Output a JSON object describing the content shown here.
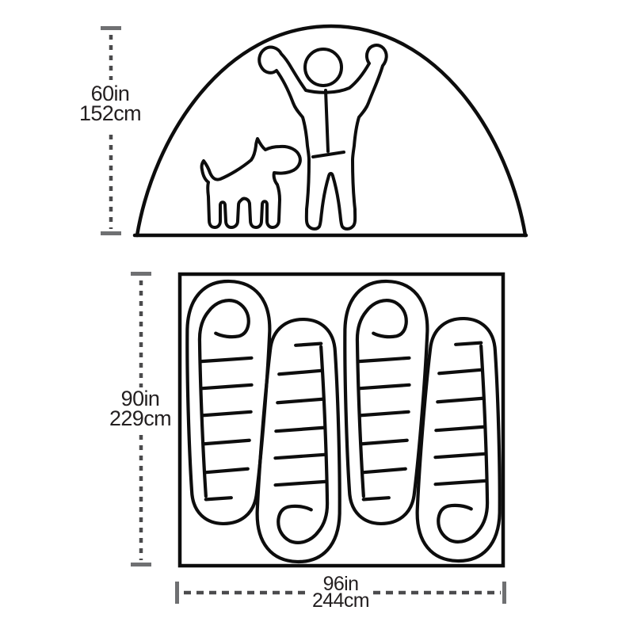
{
  "diagram": {
    "title": "Tent dimensions diagram",
    "side_view": {
      "icon": "tent-dome-outline-icon",
      "figures": [
        "person-arms-raised-icon",
        "dog-icon"
      ],
      "height": {
        "inches": "60in",
        "centimeters": "152cm"
      }
    },
    "floor_plan": {
      "icon": "tent-floor-outline-icon",
      "sleeping_bag_icon": "sleeping-bag-icon",
      "sleeping_bag_count": 4,
      "length": {
        "inches": "90in",
        "centimeters": "229cm"
      },
      "width": {
        "inches": "96in",
        "centimeters": "244cm"
      }
    },
    "colors": {
      "artwork_line": "#0d0d0d",
      "dimension_dash": "#4b4b4d",
      "dimension_cap": "#6f7072",
      "label_text": "#231f20",
      "background": "#ffffff"
    }
  }
}
